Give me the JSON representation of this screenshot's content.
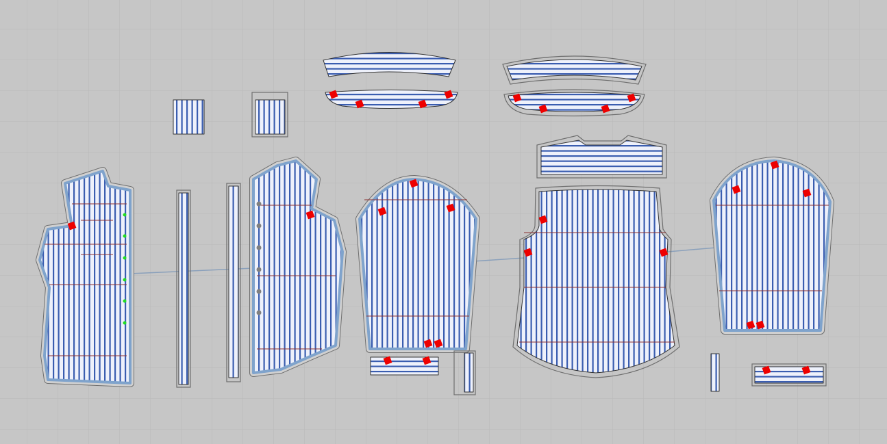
{
  "colors": {
    "background": "#c6c6c6",
    "grid": "#b8b8b8",
    "fabric": "#eef1fb",
    "stripe": "#3a5db0",
    "seam_outline": "#7fa3cc",
    "allowance": "#8a8a8a",
    "internal_line": "#8b3030",
    "notch": "#ee0000",
    "pin_green": "#22dd22",
    "link_line": "#8aa0bb"
  },
  "pieces": [
    {
      "id": "front-left",
      "stripes": "vertical"
    },
    {
      "id": "pocket-flap-a",
      "stripes": "vertical"
    },
    {
      "id": "pocket-flap-b",
      "stripes": "vertical"
    },
    {
      "id": "placket-a",
      "stripes": "vertical"
    },
    {
      "id": "placket-b",
      "stripes": "vertical"
    },
    {
      "id": "front-right",
      "stripes": "vertical"
    },
    {
      "id": "collar-a",
      "stripes": "horizontal"
    },
    {
      "id": "collar-band-a",
      "stripes": "horizontal"
    },
    {
      "id": "collar-b",
      "stripes": "horizontal"
    },
    {
      "id": "collar-band-b",
      "stripes": "horizontal"
    },
    {
      "id": "yoke",
      "stripes": "horizontal"
    },
    {
      "id": "sleeve-left",
      "stripes": "vertical"
    },
    {
      "id": "back",
      "stripes": "vertical"
    },
    {
      "id": "sleeve-right",
      "stripes": "vertical"
    },
    {
      "id": "cuff-a",
      "stripes": "horizontal"
    },
    {
      "id": "sleeve-placket-a",
      "stripes": "vertical"
    },
    {
      "id": "sleeve-placket-b",
      "stripes": "vertical"
    },
    {
      "id": "cuff-b",
      "stripes": "horizontal"
    }
  ]
}
